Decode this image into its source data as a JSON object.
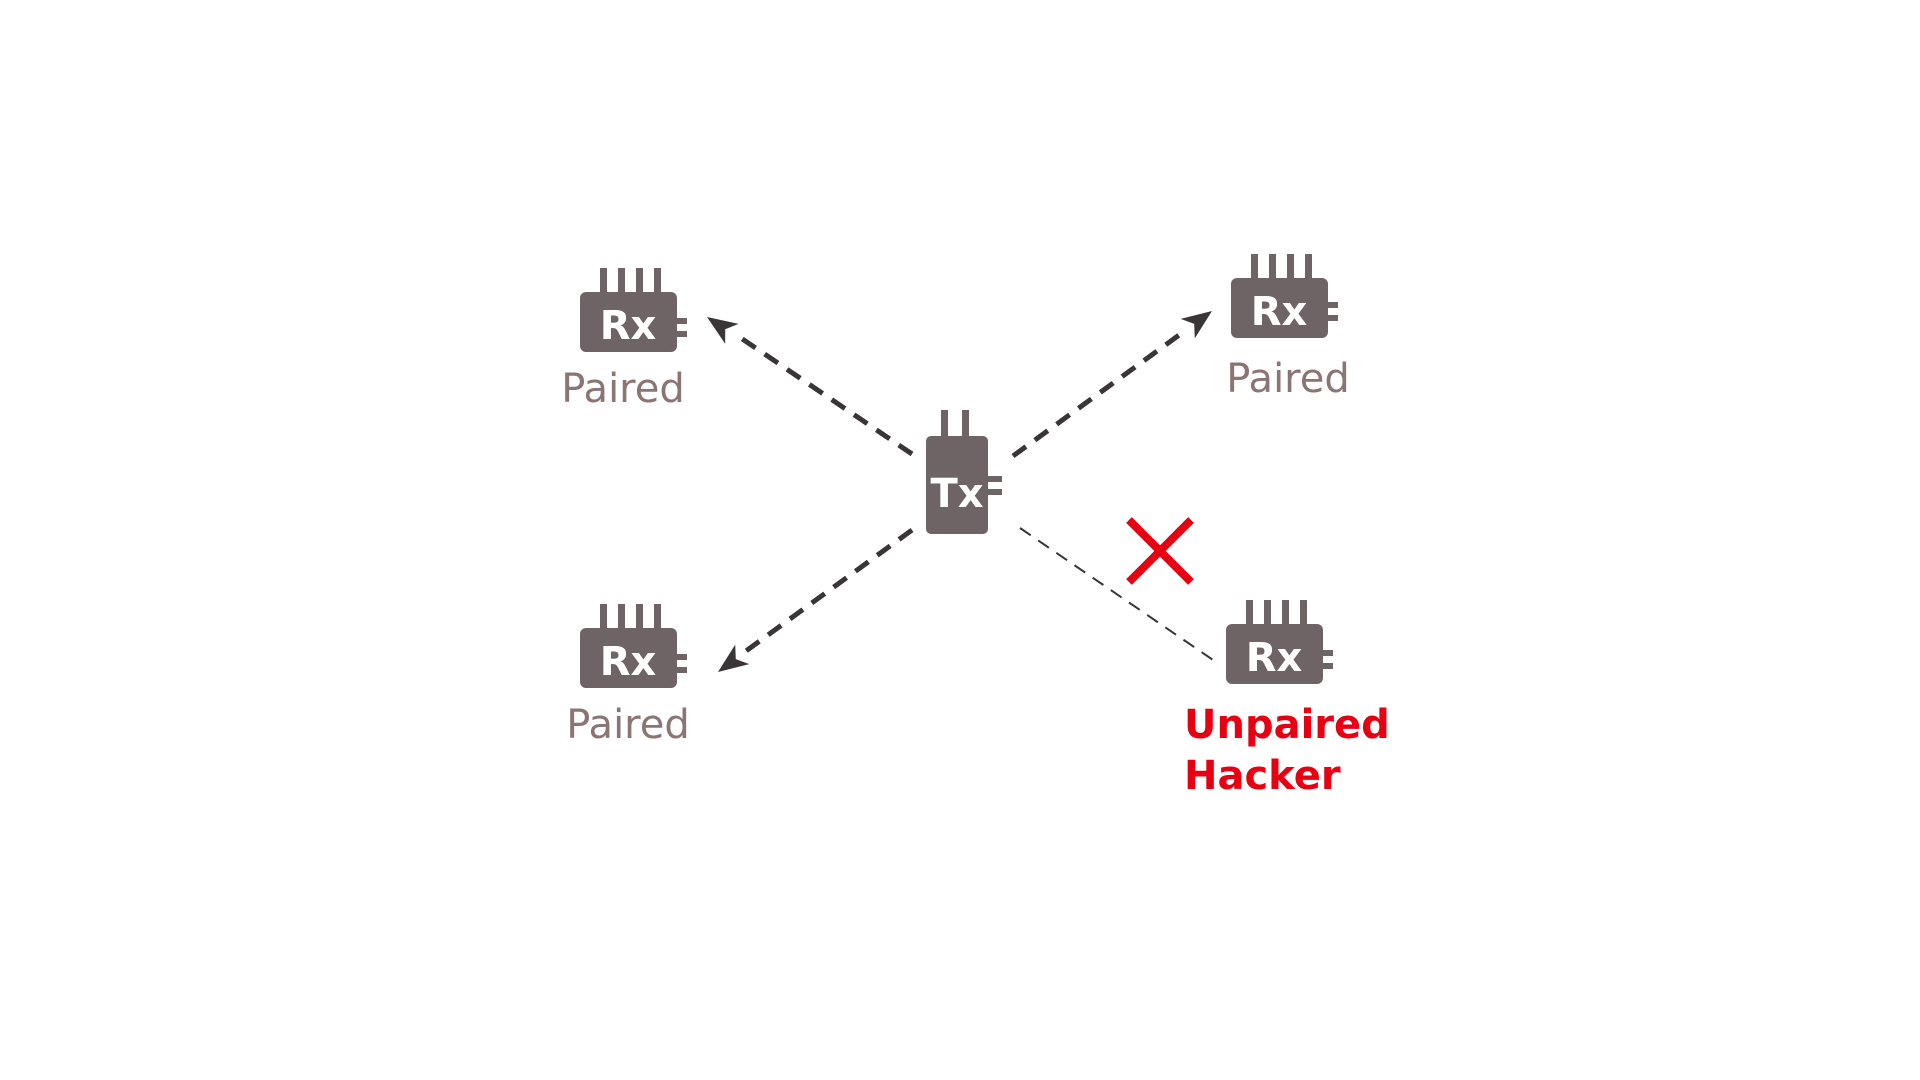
{
  "transmitter": {
    "label": "Tx"
  },
  "receivers": [
    {
      "id": "top-left",
      "label": "Rx",
      "status": "Paired",
      "paired": true
    },
    {
      "id": "top-right",
      "label": "Rx",
      "status": "Paired",
      "paired": true
    },
    {
      "id": "bottom-left",
      "label": "Rx",
      "status": "Paired",
      "paired": true
    },
    {
      "id": "bottom-right",
      "label": "Rx",
      "status_lines": [
        "Unpaired",
        "Hacker"
      ],
      "paired": false
    }
  ],
  "colors": {
    "device": "#6e6466",
    "paired_text": "#8a7474",
    "hacker_text": "#e60012",
    "link": "#3a3536",
    "block_mark": "#e60012"
  }
}
